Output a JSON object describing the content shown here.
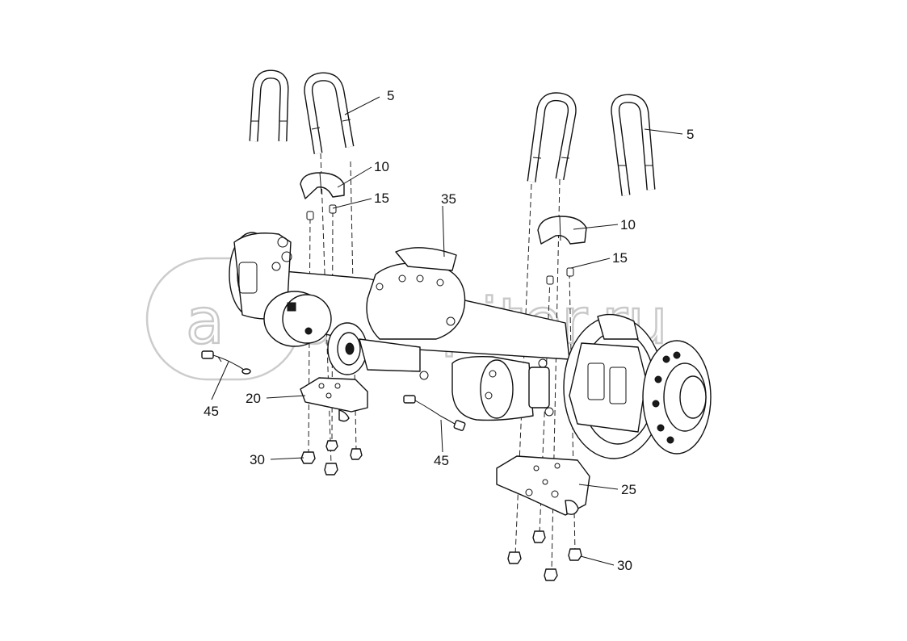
{
  "watermark": {
    "brand_text": "autopiter.ru",
    "logo_letter": "a"
  },
  "callouts": [
    {
      "id": "u-bolt-left",
      "label": "5"
    },
    {
      "id": "u-bolt-right",
      "label": "5"
    },
    {
      "id": "saddle-left",
      "label": "10"
    },
    {
      "id": "saddle-right",
      "label": "10"
    },
    {
      "id": "bushing-left",
      "label": "15"
    },
    {
      "id": "bushing-right",
      "label": "15"
    },
    {
      "id": "axle-housing",
      "label": "35"
    },
    {
      "id": "bracket-left",
      "label": "20"
    },
    {
      "id": "bracket-right",
      "label": "25"
    },
    {
      "id": "nut-left",
      "label": "30"
    },
    {
      "id": "nut-right",
      "label": "30"
    },
    {
      "id": "sensor-left",
      "label": "45"
    },
    {
      "id": "sensor-right",
      "label": "45"
    }
  ],
  "colors": {
    "line": "#111111",
    "background": "#ffffff",
    "watermark": "#c9c9c9"
  }
}
